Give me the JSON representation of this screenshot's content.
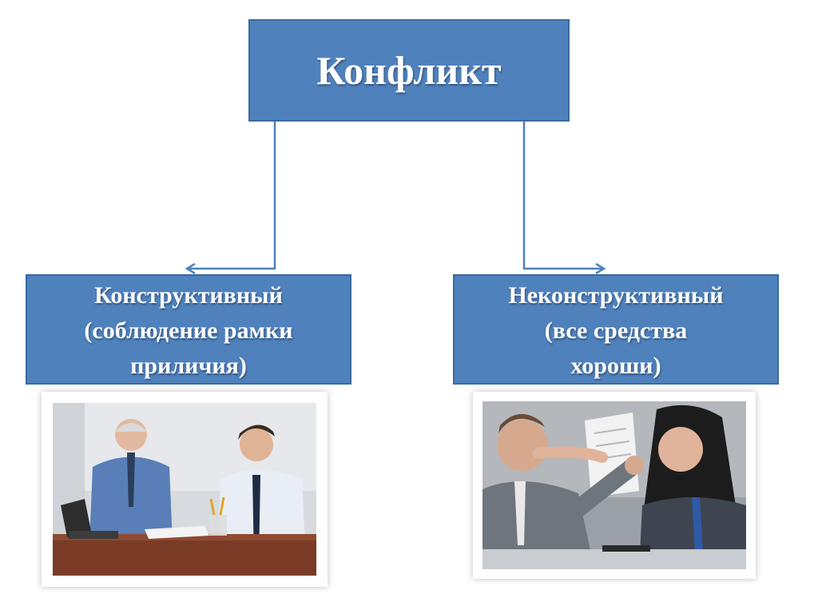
{
  "root": {
    "title": "Конфликт"
  },
  "branches": [
    {
      "lines": [
        "Конструктивный",
        "(соблюдение рамки",
        "приличия)"
      ],
      "photo_icon": "business-discussion-photo-icon"
    },
    {
      "lines": [
        "Неконструктивный",
        "(все средства",
        "хороши)"
      ],
      "photo_icon": "office-fight-photo-icon"
    }
  ],
  "colors": {
    "box_fill": "#4f81bd",
    "box_border": "#3a6aa0",
    "connector": "#4f81bd",
    "text": "#ffffff"
  }
}
